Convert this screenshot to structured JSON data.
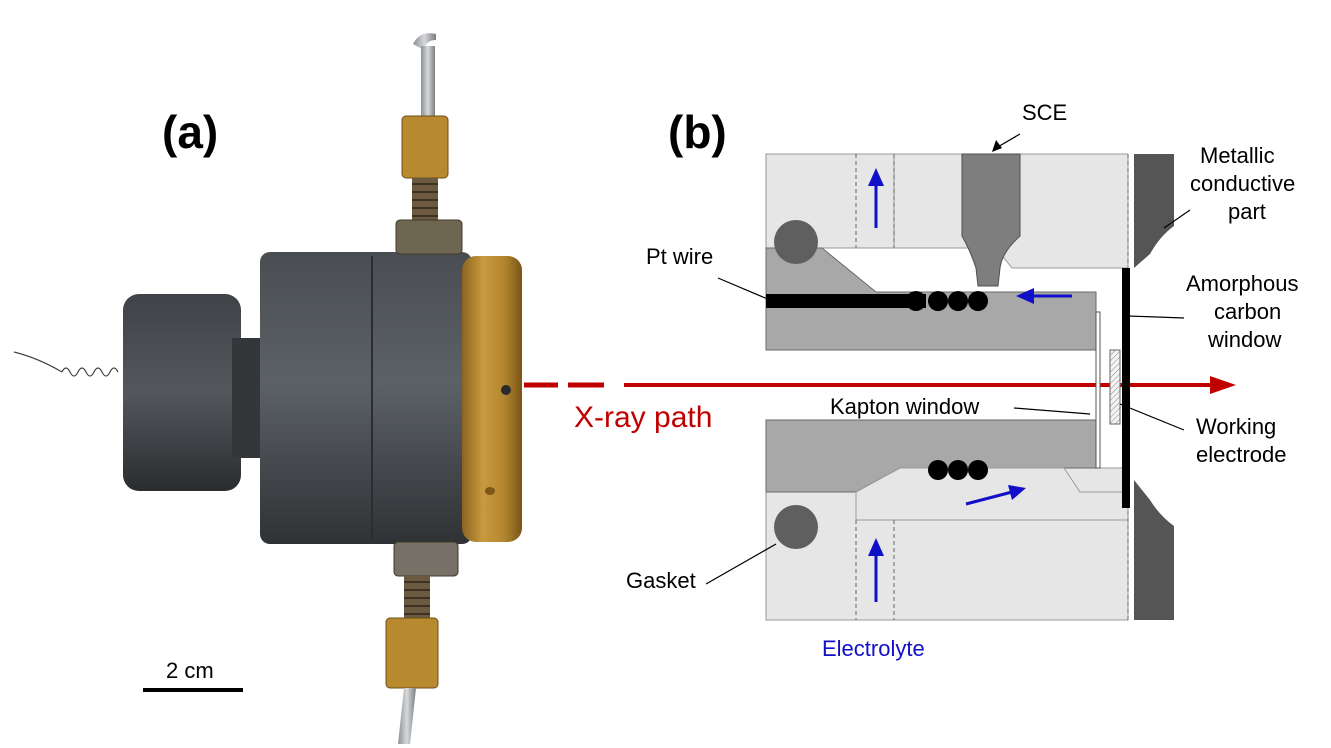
{
  "panels": {
    "a": {
      "label": "(a)",
      "scale_bar": "2 cm"
    },
    "b": {
      "label": "(b)"
    }
  },
  "labels": {
    "xray": "X-ray path",
    "sce": "SCE",
    "metallic": [
      "Metallic",
      "conductive",
      "part"
    ],
    "pt_wire": "Pt wire",
    "amorphous": [
      "Amorphous",
      "carbon",
      "window"
    ],
    "kapton": "Kapton window",
    "working": [
      "Working",
      "electrode"
    ],
    "gasket": "Gasket",
    "electrolyte": "Electrolyte"
  },
  "colors": {
    "xray": "#c00000",
    "flow": "#1010c8",
    "light_gray": "#e6e6e6",
    "mid_gray": "#a8a8a8",
    "dark_gray": "#555555",
    "brass": "#b8862e"
  }
}
